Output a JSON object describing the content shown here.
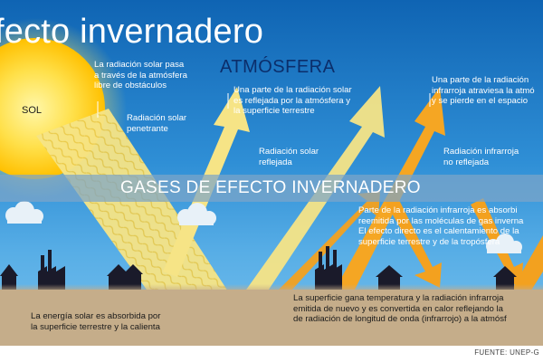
{
  "title": "fecto invernadero",
  "atmosphere_label": "ATMÓSFERA",
  "sun_label": "SOL",
  "gases_band_label": "GASES DE EFECTO INVERNADERO",
  "notes": {
    "solar_through_atmosphere": "La radiación solar pasa\na través de la atmósfera\nlibre de obstáculos",
    "penetrating": "Radiación solar\npenetrante",
    "reflected_part": "Una parte de la radiación solar\nes reflejada por la atmósfera y\nla superficie terrestre",
    "reflected": "Radiación solar\nreflejada",
    "infrared_escapes": "Una parte de la radiación\ninfrarroja atraviesa la atmó\ny se pierde en el espacio",
    "infrared_not_reflected": "Radiación infrarroja\nno reflejada",
    "infrared_absorbed": "Parte de la radiación infrarroja es absorbi\nreemitida por las moléculas de gas inverna\nEl efecto directo es el calentamiento de la\nsuperficie terrestre y de la tropósfera",
    "surface_absorbs": "La energía solar es absorbida por\nla superficie terrestre y la calienta",
    "surface_emits": "La superficie gana temperatura y la radiación infrarroja\nemitida de nuevo y es convertida en calor reflejando la\nde radiación de longitud de onda (infrarrojo) a la atmósf"
  },
  "source": "FUENTE: UNEP-G",
  "colors": {
    "sky_top": "#0f64b3",
    "sky_bottom": "#7cc4ee",
    "sun": "#ffd21a",
    "solar_ray": "#f7e58a",
    "infrared_ray": "#f5a623",
    "ground": "#c5ad8a",
    "band": "#7da5c8",
    "atmosphere_text": "#0b2e6b"
  },
  "icons": [
    "sun",
    "cloud-icon",
    "house-icon",
    "factory-icon",
    "arrow-icon"
  ]
}
